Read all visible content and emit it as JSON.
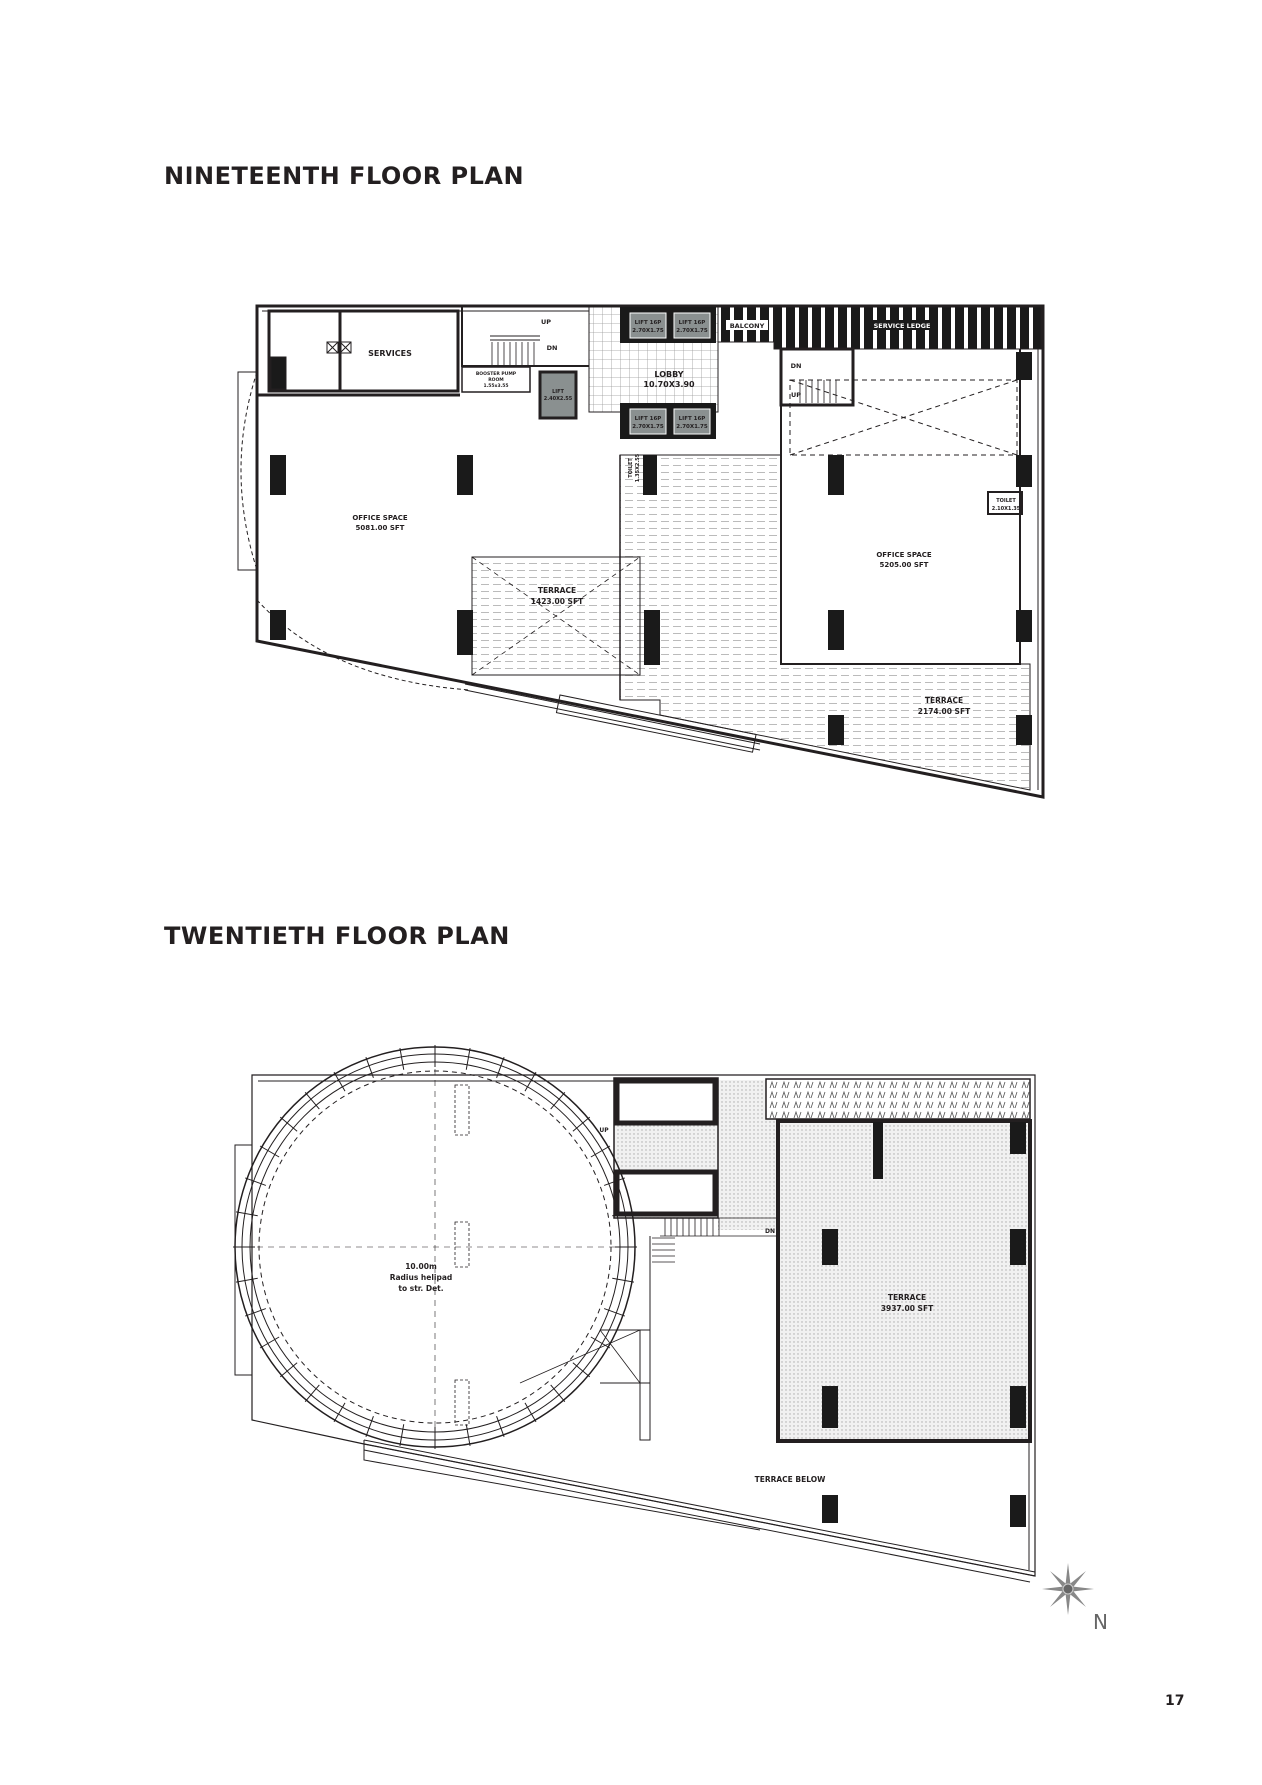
{
  "page_number": "17",
  "north_label": "N",
  "nineteenth": {
    "title": "NINETEENTH FLOOR PLAN",
    "services": "SERVICES",
    "booster_pump": [
      "BOOSTER PUMP",
      "ROOM",
      "1.55x3.55"
    ],
    "lift_small": [
      "LIFT",
      "2.40X2.55"
    ],
    "lifts": [
      [
        "LIFT 16P",
        "2.70X1.75"
      ],
      [
        "LIFT 16P",
        "2.70X1.75"
      ],
      [
        "LIFT 16P",
        "2.70X1.75"
      ],
      [
        "LIFT 16P",
        "2.70X1.75"
      ]
    ],
    "balcony": "BALCONY",
    "service_ledge": "SERVICE LEDGE",
    "lobby": [
      "LOBBY",
      "10.70X3.90"
    ],
    "up": "UP",
    "dn": "DN",
    "toilet_left": [
      "TOILET",
      "1.35X2.55"
    ],
    "toilet_right": [
      "TOILET",
      "2.10X1.35"
    ],
    "office_left": [
      "OFFICE SPACE",
      "5081.00 SFT"
    ],
    "office_right": [
      "OFFICE SPACE",
      "5205.00 SFT"
    ],
    "terrace_left": [
      "TERRACE",
      "1423.00 SFT"
    ],
    "terrace_right": [
      "TERRACE",
      "2174.00 SFT"
    ]
  },
  "twentieth": {
    "title": "TWENTIETH FLOOR PLAN",
    "helipad": [
      "10.00m",
      "Radius helipad",
      "to str. Det."
    ],
    "up": "UP",
    "dn": "DN",
    "terrace": [
      "TERRACE",
      "3937.00 SFT"
    ],
    "terrace_below": "TERRACE BELOW"
  }
}
